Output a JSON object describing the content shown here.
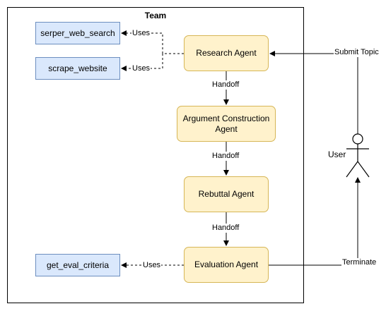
{
  "team": {
    "title": "Team"
  },
  "tools": {
    "serper": "serper_web_search",
    "scrape": "scrape_website",
    "eval": "get_eval_criteria"
  },
  "agents": {
    "research": "Research Agent",
    "argument": "Argument Construction Agent",
    "rebuttal": "Rebuttal Agent",
    "evaluation": "Evaluation Agent"
  },
  "edges": {
    "uses": "Uses",
    "handoff": "Handoff",
    "submit_topic": "Submit Topic",
    "terminate": "Terminate"
  },
  "actor": {
    "label": "User"
  }
}
